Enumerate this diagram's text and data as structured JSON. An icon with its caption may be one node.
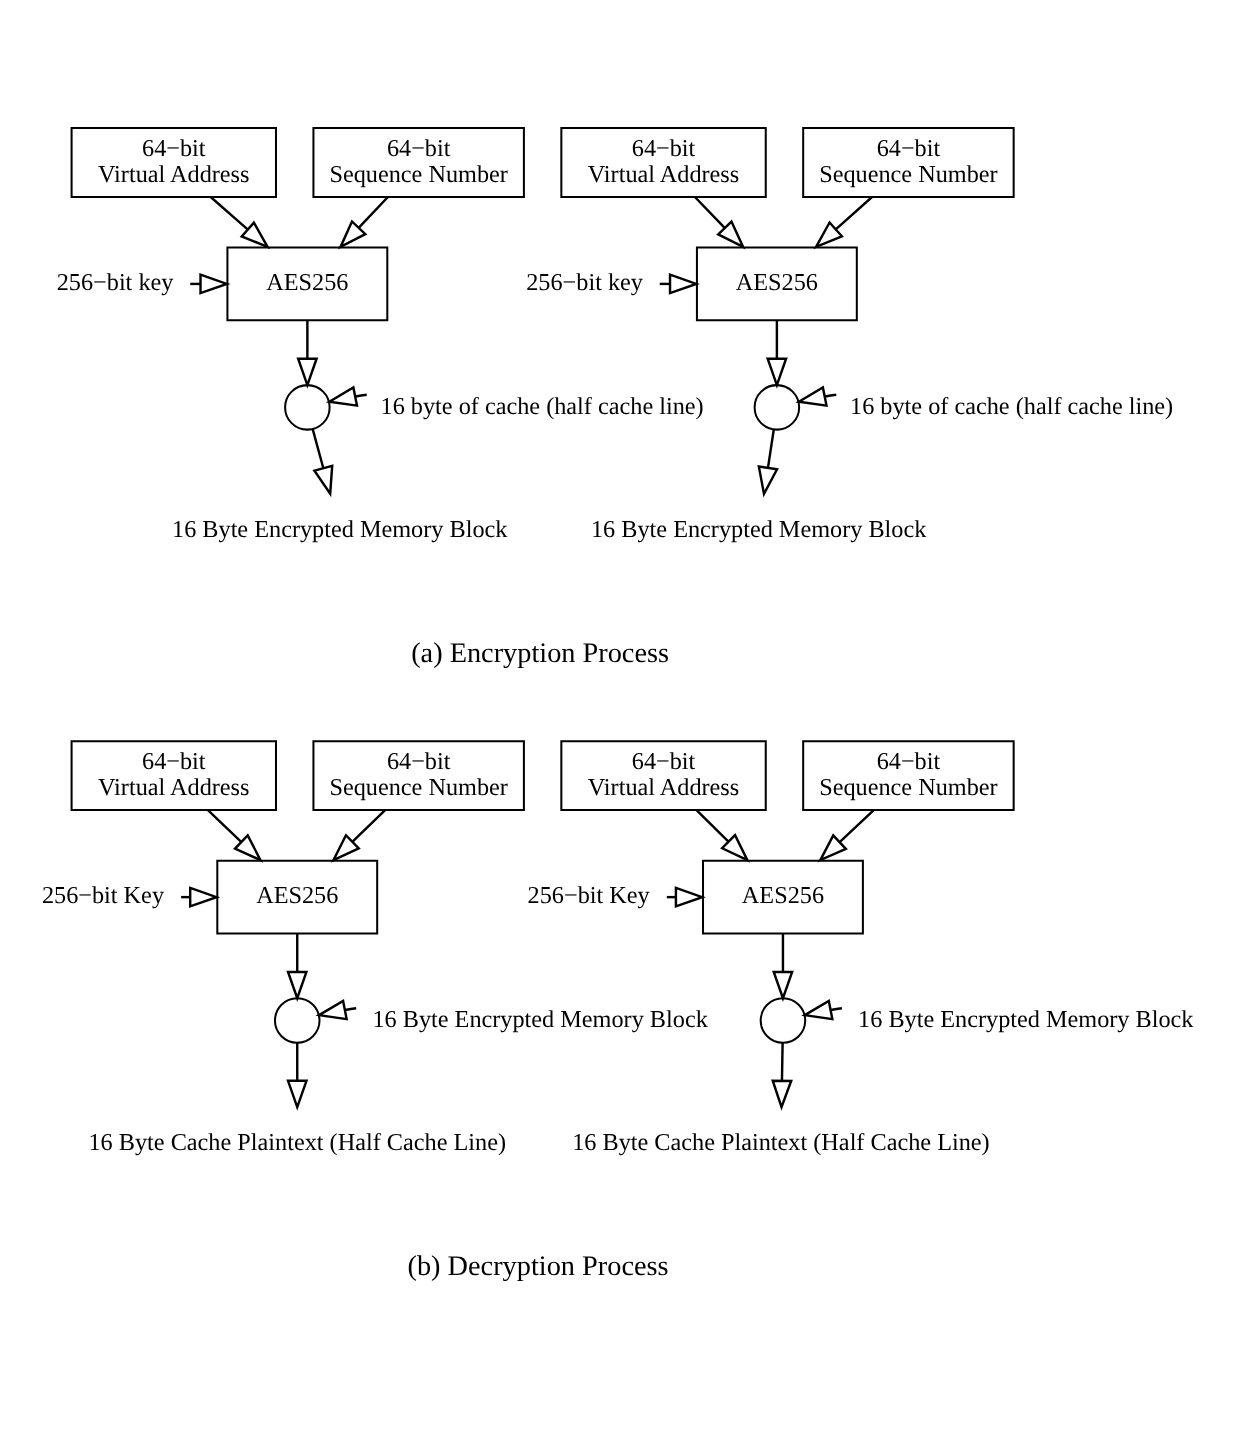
{
  "diagram": {
    "nodes": [
      {
        "text": [
          "64−bit",
          "Virtual Address"
        ]
      },
      {
        "text": [
          "64−bit",
          "Sequence Number"
        ]
      },
      {
        "text": [
          "256−bit key"
        ]
      },
      {
        "text": [
          "AES256"
        ]
      },
      {
        "text": [],
        "shape": "circle"
      },
      {
        "text": [
          "16 byte of cache (half cache line)"
        ]
      },
      {
        "text": [
          "16 Byte Encrypted Memory Block"
        ]
      },
      {
        "text": [
          "64−bit",
          "Virtual Address"
        ]
      },
      {
        "text": [
          "64−bit",
          "Sequence Number"
        ]
      },
      {
        "text": [
          "256−bit key"
        ]
      },
      {
        "text": [
          "AES256"
        ]
      },
      {
        "text": [],
        "shape": "circle"
      },
      {
        "text": [
          "16 byte of cache (half cache line)"
        ]
      },
      {
        "text": [
          "16 Byte Encrypted Memory Block"
        ]
      },
      {
        "text": [
          "64−bit",
          "Virtual Address"
        ]
      },
      {
        "text": [
          "64−bit",
          "Sequence Number"
        ]
      },
      {
        "text": [
          "256−bit Key"
        ]
      },
      {
        "text": [
          "AES256"
        ]
      },
      {
        "text": [],
        "shape": "circle"
      },
      {
        "text": [
          "16 Byte Encrypted Memory Block"
        ]
      },
      {
        "text": [
          "16 Byte Cache Plaintext (Half Cache Line)"
        ]
      },
      {
        "text": [
          "64−bit",
          "Virtual Address"
        ]
      },
      {
        "text": [
          "64−bit",
          "Sequence Number"
        ]
      },
      {
        "text": [
          "256−bit Key"
        ]
      },
      {
        "text": [
          "AES256"
        ]
      },
      {
        "text": [],
        "shape": "circle"
      },
      {
        "text": [
          "16 Byte Encrypted Memory Block"
        ]
      },
      {
        "text": [
          "16 Byte Cache Plaintext (Half Cache Line)"
        ]
      }
    ],
    "edges": [
      {
        "from": 0,
        "to": 3,
        "arrow": "to"
      },
      {
        "from": 1,
        "to": 3,
        "arrow": "to"
      },
      {
        "from": 2,
        "to": 3,
        "arrow": "to"
      },
      {
        "from": 3,
        "to": 4,
        "arrow": "to"
      },
      {
        "from": 5,
        "to": 4,
        "arrow": "to"
      },
      {
        "from": 4,
        "to": 6,
        "arrow": "to"
      },
      {
        "from": 7,
        "to": 10,
        "arrow": "to"
      },
      {
        "from": 8,
        "to": 10,
        "arrow": "to"
      },
      {
        "from": 9,
        "to": 10,
        "arrow": "to"
      },
      {
        "from": 10,
        "to": 11,
        "arrow": "to"
      },
      {
        "from": 12,
        "to": 11,
        "arrow": "to"
      },
      {
        "from": 11,
        "to": 13,
        "arrow": "to"
      },
      {
        "from": 14,
        "to": 17,
        "arrow": "to"
      },
      {
        "from": 15,
        "to": 17,
        "arrow": "to"
      },
      {
        "from": 16,
        "to": 17,
        "arrow": "to"
      },
      {
        "from": 17,
        "to": 18,
        "arrow": "to"
      },
      {
        "from": 19,
        "to": 18,
        "arrow": "to"
      },
      {
        "from": 18,
        "to": 20,
        "arrow": "to"
      },
      {
        "from": 21,
        "to": 24,
        "arrow": "to"
      },
      {
        "from": 22,
        "to": 24,
        "arrow": "to"
      },
      {
        "from": 23,
        "to": 24,
        "arrow": "to"
      },
      {
        "from": 24,
        "to": 25,
        "arrow": "to"
      },
      {
        "from": 26,
        "to": 25,
        "arrow": "to"
      },
      {
        "from": 25,
        "to": 27,
        "arrow": "to"
      }
    ],
    "labels": [
      "(a) Encryption Process",
      "(b) Decryption Process"
    ]
  }
}
